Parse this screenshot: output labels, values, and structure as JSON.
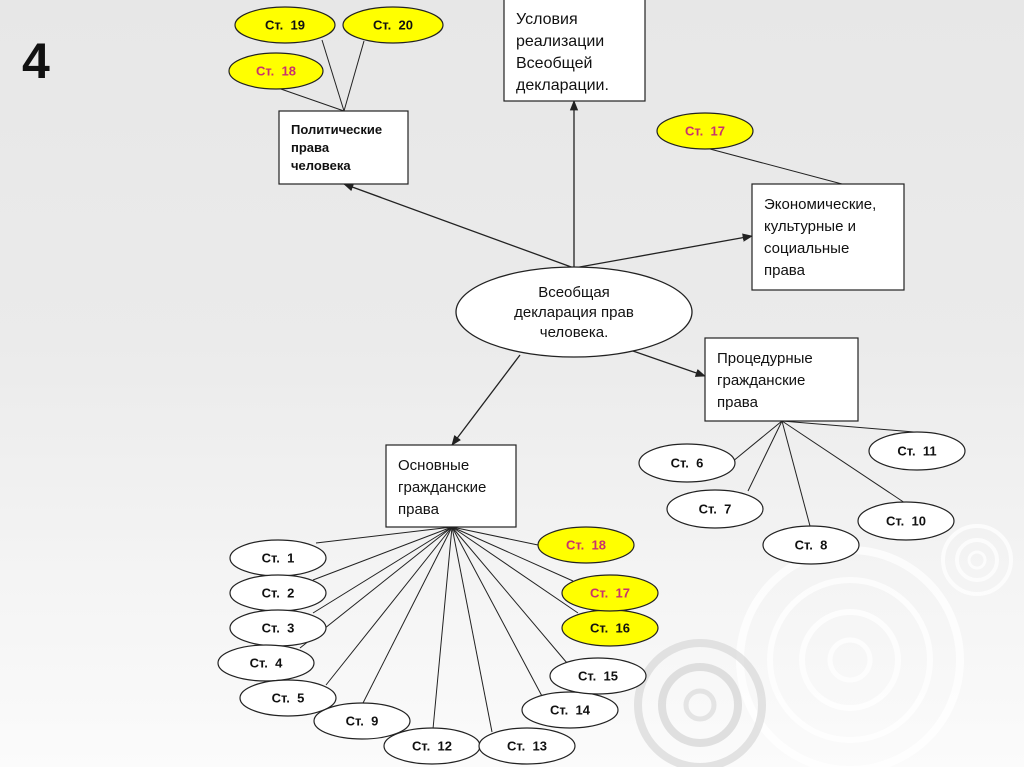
{
  "slide": {
    "number": "4"
  },
  "colors": {
    "background": "#e9e9e9",
    "line": "#222222",
    "box_fill": "#ffffff",
    "oval_fill": "#ffffff",
    "highlight_fill": "#ffff00",
    "text": "#111111",
    "highlight_text": "#c8326e"
  },
  "center": {
    "id": "udhr",
    "lines": [
      "Всеобщая",
      "декларация прав",
      "человека."
    ]
  },
  "boxes": [
    {
      "id": "political",
      "lines": [
        "Политические",
        "права",
        "человека"
      ]
    },
    {
      "id": "conditions",
      "lines": [
        "Условия",
        "реализации",
        "Всеобщей",
        "декларации."
      ]
    },
    {
      "id": "economic",
      "lines": [
        "Экономические,",
        "культурные и",
        "социальные",
        "права"
      ]
    },
    {
      "id": "procedural",
      "lines": [
        "Процедурные",
        "гражданские",
        "права"
      ]
    },
    {
      "id": "basic",
      "lines": [
        "Основные",
        "гражданские",
        "права"
      ]
    }
  ],
  "articles": [
    {
      "id": "a19",
      "label": "Ст.  19",
      "group": "political",
      "highlight": true,
      "pink": false
    },
    {
      "id": "a20",
      "label": "Ст.  20",
      "group": "political",
      "highlight": true,
      "pink": false
    },
    {
      "id": "a18p",
      "label": "Ст.  18",
      "group": "political",
      "highlight": true,
      "pink": true
    },
    {
      "id": "a17e",
      "label": "Ст.  17",
      "group": "economic",
      "highlight": true,
      "pink": true
    },
    {
      "id": "a6",
      "label": "Ст.  6",
      "group": "procedural",
      "highlight": false,
      "pink": false
    },
    {
      "id": "a7",
      "label": "Ст.  7",
      "group": "procedural",
      "highlight": false,
      "pink": false
    },
    {
      "id": "a8",
      "label": "Ст.  8",
      "group": "procedural",
      "highlight": false,
      "pink": false
    },
    {
      "id": "a10",
      "label": "Ст.  10",
      "group": "procedural",
      "highlight": false,
      "pink": false
    },
    {
      "id": "a11",
      "label": "Ст.  11",
      "group": "procedural",
      "highlight": false,
      "pink": false
    },
    {
      "id": "a1",
      "label": "Ст.  1",
      "group": "basic",
      "highlight": false,
      "pink": false
    },
    {
      "id": "a2",
      "label": "Ст.  2",
      "group": "basic",
      "highlight": false,
      "pink": false
    },
    {
      "id": "a3",
      "label": "Ст.  3",
      "group": "basic",
      "highlight": false,
      "pink": false
    },
    {
      "id": "a4",
      "label": "Ст.  4",
      "group": "basic",
      "highlight": false,
      "pink": false
    },
    {
      "id": "a5",
      "label": "Ст.  5",
      "group": "basic",
      "highlight": false,
      "pink": false
    },
    {
      "id": "a9",
      "label": "Ст.  9",
      "group": "basic",
      "highlight": false,
      "pink": false
    },
    {
      "id": "a12",
      "label": "Ст.  12",
      "group": "basic",
      "highlight": false,
      "pink": false
    },
    {
      "id": "a13",
      "label": "Ст.  13",
      "group": "basic",
      "highlight": false,
      "pink": false
    },
    {
      "id": "a14",
      "label": "Ст.  14",
      "group": "basic",
      "highlight": false,
      "pink": false
    },
    {
      "id": "a15",
      "label": "Ст.  15",
      "group": "basic",
      "highlight": false,
      "pink": false
    },
    {
      "id": "a16",
      "label": "Ст.  16",
      "group": "basic",
      "highlight": true,
      "pink": false
    },
    {
      "id": "a17b",
      "label": "Ст.  17",
      "group": "basic",
      "highlight": true,
      "pink": true
    },
    {
      "id": "a18b",
      "label": "Ст.  18",
      "group": "basic",
      "highlight": true,
      "pink": true
    }
  ],
  "edges": [
    {
      "from": "udhr",
      "to": "political",
      "arrow": true
    },
    {
      "from": "udhr",
      "to": "conditions",
      "arrow": true
    },
    {
      "from": "udhr",
      "to": "economic",
      "arrow": true
    },
    {
      "from": "udhr",
      "to": "procedural",
      "arrow": true
    },
    {
      "from": "udhr",
      "to": "basic",
      "arrow": true
    }
  ]
}
